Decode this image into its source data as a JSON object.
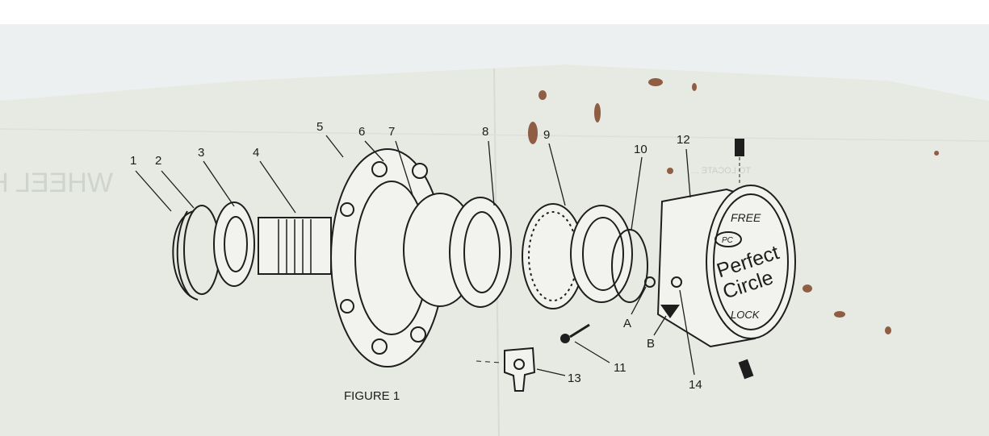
{
  "figure": {
    "caption": "FIGURE 1",
    "part_labels": [
      "1",
      "2",
      "3",
      "4",
      "5",
      "6",
      "7",
      "8",
      "9",
      "10",
      "11",
      "12",
      "13",
      "14"
    ],
    "point_labels": [
      "A",
      "B"
    ],
    "hub_cap": {
      "brand": "Perfect Circle",
      "brand_line1": "Perfect",
      "brand_line2": "Circle",
      "logo": "PC",
      "top_mark": "FREE",
      "bottom_mark": "LOCK"
    },
    "show_through_text": {
      "title": "WHEEL HUB",
      "note": "TO LOCATE ..."
    }
  },
  "colors": {
    "paper": "#e7eae2",
    "ink": "#1e1e1e",
    "stain": "#7a3b1c"
  }
}
